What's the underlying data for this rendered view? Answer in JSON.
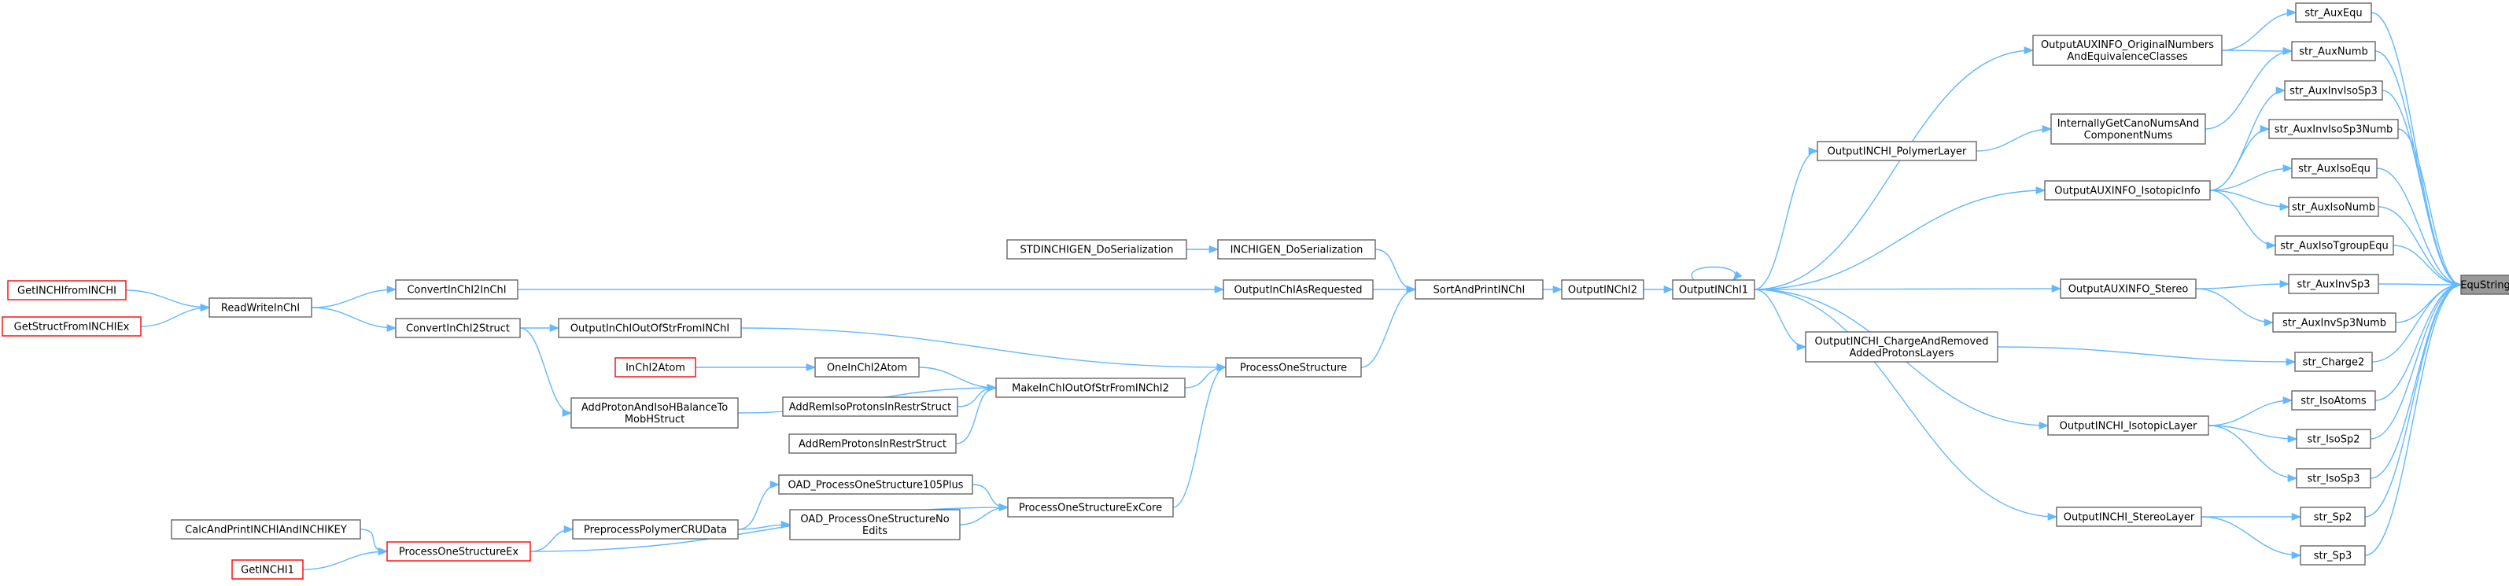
{
  "diagram": {
    "title": "",
    "colors": {
      "edge": "#63b8ff",
      "node_border": "#666666",
      "red_border": "#ff0000",
      "root_fill": "#999999"
    },
    "nodes": [
      {
        "id": "getinchifrominchi",
        "lines": [
          "GetINCHIfromINCHI"
        ],
        "style": "red"
      },
      {
        "id": "getstructfrominchiex",
        "lines": [
          "GetStructFromINCHIEx"
        ],
        "style": "red"
      },
      {
        "id": "readwriteinchi",
        "lines": [
          "ReadWriteInChI"
        ]
      },
      {
        "id": "convertinchi2inchi",
        "lines": [
          "ConvertInChI2InChI"
        ]
      },
      {
        "id": "convertinchi2struct",
        "lines": [
          "ConvertInChI2Struct"
        ]
      },
      {
        "id": "outputinchioutofstrfrominchi",
        "lines": [
          "OutputInChIOutOfStrFromINChI"
        ]
      },
      {
        "id": "addprotonandisohbalance",
        "lines": [
          "AddProtonAndIsoHBalanceTo",
          "MobHStruct"
        ]
      },
      {
        "id": "inchi2atom",
        "lines": [
          "InChI2Atom"
        ],
        "style": "red"
      },
      {
        "id": "oneinchi2atom",
        "lines": [
          "OneInChI2Atom"
        ]
      },
      {
        "id": "addremisoprotons",
        "lines": [
          "AddRemIsoProtonsInRestrStruct"
        ]
      },
      {
        "id": "addremprotons",
        "lines": [
          "AddRemProtonsInRestrStruct"
        ]
      },
      {
        "id": "makeinchioutofstr",
        "lines": [
          "MakeInChIOutOfStrFromINChI2"
        ]
      },
      {
        "id": "stdinchigen_doserialization",
        "lines": [
          "STDINCHIGEN_DoSerialization"
        ]
      },
      {
        "id": "inchigen_doserialization",
        "lines": [
          "INCHIGEN_DoSerialization"
        ]
      },
      {
        "id": "outputinchiasrequested",
        "lines": [
          "OutputInChIAsRequested"
        ]
      },
      {
        "id": "processonestructure",
        "lines": [
          "ProcessOneStructure"
        ]
      },
      {
        "id": "sortandprintinchi",
        "lines": [
          "SortAndPrintINChI"
        ]
      },
      {
        "id": "outputinchi2",
        "lines": [
          "OutputINChI2"
        ]
      },
      {
        "id": "outputinchi1",
        "lines": [
          "OutputINChI1"
        ]
      },
      {
        "id": "oad_processonestructure105plus",
        "lines": [
          "OAD_ProcessOneStructure105Plus"
        ]
      },
      {
        "id": "oad_processonestructurenoedits",
        "lines": [
          "OAD_ProcessOneStructureNo",
          "Edits"
        ]
      },
      {
        "id": "processonestructureexcore",
        "lines": [
          "ProcessOneStructureExCore"
        ]
      },
      {
        "id": "preprocesspolymercrudata",
        "lines": [
          "PreprocessPolymerCRUData"
        ]
      },
      {
        "id": "calcandprintinchiandinchikey",
        "lines": [
          "CalcAndPrintINCHIAndINCHIKEY"
        ]
      },
      {
        "id": "processonestructureex",
        "lines": [
          "ProcessOneStructureEx"
        ],
        "style": "red"
      },
      {
        "id": "getinchi1",
        "lines": [
          "GetINCHI1"
        ],
        "style": "red"
      },
      {
        "id": "outputinchi_polymerlayer",
        "lines": [
          "OutputINCHI_PolymerLayer"
        ]
      },
      {
        "id": "outputinchi_chargeandremoved",
        "lines": [
          "OutputINCHI_ChargeAndRemoved",
          "AddedProtonsLayers"
        ]
      },
      {
        "id": "outputauxinfo_originalnumbers",
        "lines": [
          "OutputAUXINFO_OriginalNumbers",
          "AndEquivalenceClasses"
        ]
      },
      {
        "id": "internallygetcanonums",
        "lines": [
          "InternallyGetCanoNumsAnd",
          "ComponentNums"
        ]
      },
      {
        "id": "outputauxinfo_isotopicinfo",
        "lines": [
          "OutputAUXINFO_IsotopicInfo"
        ]
      },
      {
        "id": "outputauxinfo_stereo",
        "lines": [
          "OutputAUXINFO_Stereo"
        ]
      },
      {
        "id": "outputinchi_isotopiclayer",
        "lines": [
          "OutputINCHI_IsotopicLayer"
        ]
      },
      {
        "id": "outputinchi_stereolayer",
        "lines": [
          "OutputINCHI_StereoLayer"
        ]
      },
      {
        "id": "str_auxequ",
        "lines": [
          "str_AuxEqu"
        ]
      },
      {
        "id": "str_auxnumb",
        "lines": [
          "str_AuxNumb"
        ]
      },
      {
        "id": "str_auxinvisosp3",
        "lines": [
          "str_AuxInvIsoSp3"
        ]
      },
      {
        "id": "str_auxinvisosp3numb",
        "lines": [
          "str_AuxInvIsoSp3Numb"
        ]
      },
      {
        "id": "str_auxisoequ",
        "lines": [
          "str_AuxIsoEqu"
        ]
      },
      {
        "id": "str_auxisonumb",
        "lines": [
          "str_AuxIsoNumb"
        ]
      },
      {
        "id": "str_auxisotgroupequ",
        "lines": [
          "str_AuxIsoTgroupEqu"
        ]
      },
      {
        "id": "str_auxinvsp3",
        "lines": [
          "str_AuxInvSp3"
        ]
      },
      {
        "id": "str_auxinvsp3numb",
        "lines": [
          "str_AuxInvSp3Numb"
        ]
      },
      {
        "id": "str_charge2",
        "lines": [
          "str_Charge2"
        ]
      },
      {
        "id": "str_isoatoms",
        "lines": [
          "str_IsoAtoms"
        ]
      },
      {
        "id": "str_isosp2",
        "lines": [
          "str_IsoSp2"
        ]
      },
      {
        "id": "str_isosp3",
        "lines": [
          "str_IsoSp3"
        ]
      },
      {
        "id": "str_sp2",
        "lines": [
          "str_Sp2"
        ]
      },
      {
        "id": "str_sp3",
        "lines": [
          "str_Sp3"
        ]
      },
      {
        "id": "equstring",
        "lines": [
          "EquString"
        ],
        "style": "root"
      }
    ],
    "edges": [
      [
        "getinchifrominchi",
        "readwriteinchi"
      ],
      [
        "getstructfrominchiex",
        "readwriteinchi"
      ],
      [
        "readwriteinchi",
        "convertinchi2inchi"
      ],
      [
        "readwriteinchi",
        "convertinchi2struct"
      ],
      [
        "convertinchi2inchi",
        "outputinchiasrequested"
      ],
      [
        "convertinchi2struct",
        "outputinchioutofstrfrominchi"
      ],
      [
        "convertinchi2struct",
        "addprotonandisohbalance"
      ],
      [
        "outputinchioutofstrfrominchi",
        "processonestructure"
      ],
      [
        "inchi2atom",
        "oneinchi2atom"
      ],
      [
        "oneinchi2atom",
        "makeinchioutofstr"
      ],
      [
        "addprotonandisohbalance",
        "makeinchioutofstr"
      ],
      [
        "addremisoprotons",
        "makeinchioutofstr"
      ],
      [
        "addremprotons",
        "makeinchioutofstr"
      ],
      [
        "makeinchioutofstr",
        "processonestructure"
      ],
      [
        "stdinchigen_doserialization",
        "inchigen_doserialization"
      ],
      [
        "inchigen_doserialization",
        "sortandprintinchi"
      ],
      [
        "outputinchiasrequested",
        "sortandprintinchi"
      ],
      [
        "processonestructure",
        "sortandprintinchi"
      ],
      [
        "sortandprintinchi",
        "outputinchi2"
      ],
      [
        "outputinchi2",
        "outputinchi1"
      ],
      [
        "outputinchi1",
        "outputinchi1"
      ],
      [
        "oad_processonestructure105plus",
        "processonestructureexcore"
      ],
      [
        "oad_processonestructurenoedits",
        "processonestructureexcore"
      ],
      [
        "processonestructureexcore",
        "processonestructure"
      ],
      [
        "preprocesspolymercrudata",
        "oad_processonestructure105plus"
      ],
      [
        "preprocesspolymercrudata",
        "oad_processonestructurenoedits"
      ],
      [
        "processonestructureex",
        "preprocesspolymercrudata"
      ],
      [
        "processonestructureex",
        "processonestructureexcore"
      ],
      [
        "calcandprintinchiandinchikey",
        "processonestructureex"
      ],
      [
        "getinchi1",
        "processonestructureex"
      ],
      [
        "outputinchi1",
        "outputinchi_polymerlayer"
      ],
      [
        "outputinchi1",
        "outputauxinfo_originalnumbers"
      ],
      [
        "outputinchi1",
        "outputauxinfo_isotopicinfo"
      ],
      [
        "outputinchi1",
        "outputauxinfo_stereo"
      ],
      [
        "outputinchi1",
        "outputinchi_chargeandremoved"
      ],
      [
        "outputinchi1",
        "outputinchi_isotopiclayer"
      ],
      [
        "outputinchi1",
        "outputinchi_stereolayer"
      ],
      [
        "outputinchi_polymerlayer",
        "internallygetcanonums"
      ],
      [
        "outputauxinfo_originalnumbers",
        "str_auxequ"
      ],
      [
        "outputauxinfo_originalnumbers",
        "str_auxnumb"
      ],
      [
        "internallygetcanonums",
        "str_auxnumb"
      ],
      [
        "outputauxinfo_isotopicinfo",
        "str_auxinvisosp3"
      ],
      [
        "outputauxinfo_isotopicinfo",
        "str_auxinvisosp3numb"
      ],
      [
        "outputauxinfo_isotopicinfo",
        "str_auxisoequ"
      ],
      [
        "outputauxinfo_isotopicinfo",
        "str_auxisonumb"
      ],
      [
        "outputauxinfo_isotopicinfo",
        "str_auxisotgroupequ"
      ],
      [
        "outputauxinfo_stereo",
        "str_auxinvsp3"
      ],
      [
        "outputauxinfo_stereo",
        "str_auxinvsp3numb"
      ],
      [
        "outputinchi_chargeandremoved",
        "str_charge2"
      ],
      [
        "outputinchi_isotopiclayer",
        "str_isoatoms"
      ],
      [
        "outputinchi_isotopiclayer",
        "str_isosp2"
      ],
      [
        "outputinchi_isotopiclayer",
        "str_isosp3"
      ],
      [
        "outputinchi_stereolayer",
        "str_sp2"
      ],
      [
        "outputinchi_stereolayer",
        "str_sp3"
      ],
      [
        "str_auxequ",
        "equstring"
      ],
      [
        "str_auxnumb",
        "equstring"
      ],
      [
        "str_auxinvisosp3",
        "equstring"
      ],
      [
        "str_auxinvisosp3numb",
        "equstring"
      ],
      [
        "str_auxisoequ",
        "equstring"
      ],
      [
        "str_auxisonumb",
        "equstring"
      ],
      [
        "str_auxisotgroupequ",
        "equstring"
      ],
      [
        "str_auxinvsp3",
        "equstring"
      ],
      [
        "str_auxinvsp3numb",
        "equstring"
      ],
      [
        "str_charge2",
        "equstring"
      ],
      [
        "str_isoatoms",
        "equstring"
      ],
      [
        "str_isosp2",
        "equstring"
      ],
      [
        "str_isosp3",
        "equstring"
      ],
      [
        "str_sp2",
        "equstring"
      ],
      [
        "str_sp3",
        "equstring"
      ]
    ]
  }
}
